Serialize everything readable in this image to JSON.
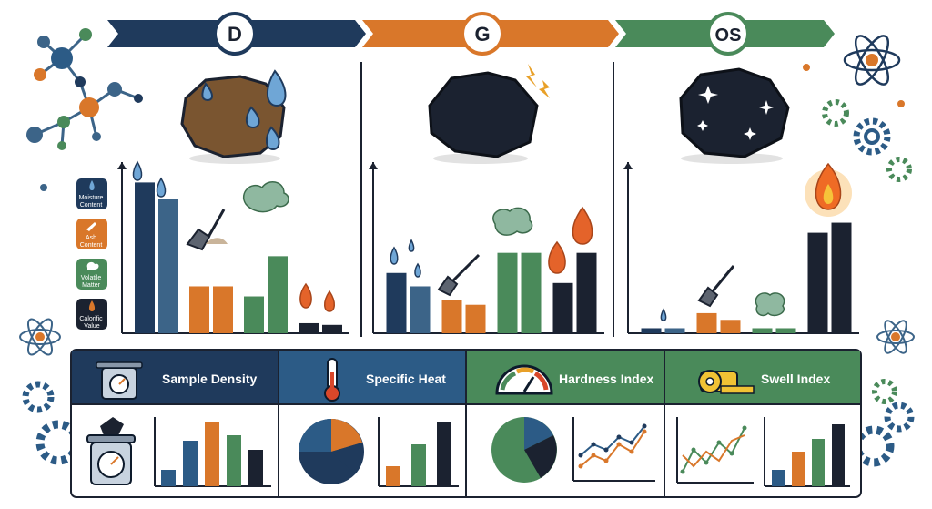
{
  "banner": {
    "stages": [
      {
        "label": "D",
        "color": "#1f3a5c"
      },
      {
        "label": "G",
        "color": "#d9772a"
      },
      {
        "label": "OS",
        "color": "#4a8a5a"
      }
    ]
  },
  "legend": {
    "items": [
      {
        "label": "Moisture\nContent",
        "color": "#1f3a5c"
      },
      {
        "label": "Ash\nContent",
        "color": "#d9772a"
      },
      {
        "label": "Volatile\nMatter",
        "color": "#4a8a5a"
      },
      {
        "label": "Calorific\nValue",
        "color": "#1b2230"
      }
    ]
  },
  "colors": {
    "navy": "#1f3a5c",
    "steel": "#3c6488",
    "orange": "#d9772a",
    "green": "#4a8a5a",
    "dark": "#1b2230",
    "axis": "#1b2230"
  },
  "bottom_panels": [
    {
      "title": "Sample Density",
      "header_color": "#1f3a5c",
      "icon": "scale-icon"
    },
    {
      "title": "Specific Heat",
      "header_color": "#2c5b86",
      "icon": "thermometer-icon"
    },
    {
      "title": "Hardness Index",
      "header_color": "#4a8a5a",
      "icon": "gauge-icon"
    },
    {
      "title": "Swell Index",
      "header_color": "#4a8a5a",
      "icon": "tape-measure-icon"
    }
  ],
  "chart_data": [
    {
      "type": "bar",
      "categories": [
        "Moisture Content",
        "Ash Content",
        "Volatile Matter",
        "Calorific Value"
      ],
      "series": [
        {
          "values": [
            90,
            28,
            22,
            6
          ]
        },
        {
          "values": [
            80,
            28,
            46,
            5
          ]
        }
      ],
      "ylim": [
        0,
        100
      ]
    },
    {
      "type": "bar",
      "categories": [
        "Moisture Content",
        "Ash Content",
        "Volatile Matter",
        "Calorific Value"
      ],
      "series": [
        {
          "values": [
            36,
            20,
            48,
            30
          ]
        },
        {
          "values": [
            28,
            17,
            48,
            48
          ]
        }
      ],
      "ylim": [
        0,
        100
      ]
    },
    {
      "type": "bar",
      "categories": [
        "Moisture Content",
        "Ash Content",
        "Volatile Matter",
        "Calorific Value"
      ],
      "series": [
        {
          "values": [
            3,
            12,
            3,
            60
          ]
        },
        {
          "values": [
            3,
            8,
            3,
            66
          ]
        }
      ],
      "ylim": [
        0,
        100
      ]
    }
  ]
}
